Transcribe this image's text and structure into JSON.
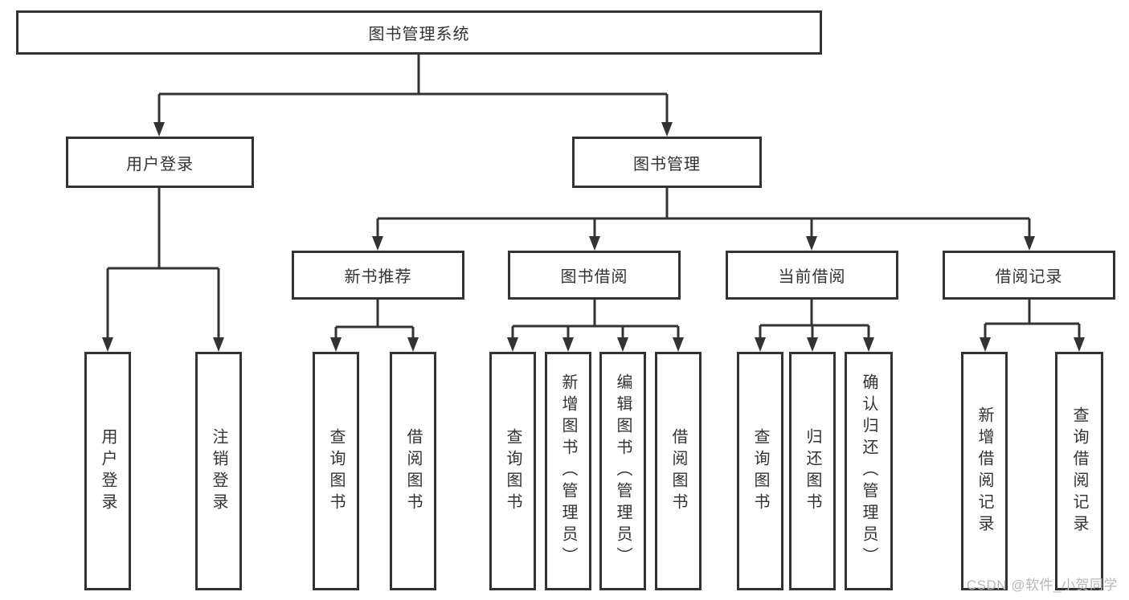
{
  "root": {
    "label": "图书管理系统"
  },
  "level2": [
    {
      "id": "user-login",
      "label": "用户登录"
    },
    {
      "id": "book-management",
      "label": "图书管理"
    }
  ],
  "level3": [
    {
      "id": "new-book-recommend",
      "label": "新书推荐",
      "parent": "图书管理"
    },
    {
      "id": "book-borrow",
      "label": "图书借阅",
      "parent": "图书管理"
    },
    {
      "id": "current-borrow",
      "label": "当前借阅",
      "parent": "图书管理"
    },
    {
      "id": "borrow-records",
      "label": "借阅记录",
      "parent": "图书管理"
    }
  ],
  "leaves": [
    {
      "parent": "用户登录",
      "label": "用户登录"
    },
    {
      "parent": "用户登录",
      "label": "注销登录"
    },
    {
      "parent": "新书推荐",
      "label": "查询图书"
    },
    {
      "parent": "新书推荐",
      "label": "借阅图书"
    },
    {
      "parent": "图书借阅",
      "label": "查询图书"
    },
    {
      "parent": "图书借阅",
      "label": "新增图书（管理员）"
    },
    {
      "parent": "图书借阅",
      "label": "编辑图书（管理员）"
    },
    {
      "parent": "图书借阅",
      "label": "借阅图书"
    },
    {
      "parent": "当前借阅",
      "label": "查询图书"
    },
    {
      "parent": "当前借阅",
      "label": "归还图书"
    },
    {
      "parent": "当前借阅",
      "label": "确认归还（管理员）"
    },
    {
      "parent": "借阅记录",
      "label": "新增借阅记录"
    },
    {
      "parent": "借阅记录",
      "label": "查询借阅记录"
    }
  ],
  "watermark": "CSDN @软件_小贺同学",
  "colors": {
    "line": "#333333",
    "border": "#333333",
    "text": "#333333",
    "watermark": "#b7b7b7",
    "background": "#ffffff"
  }
}
